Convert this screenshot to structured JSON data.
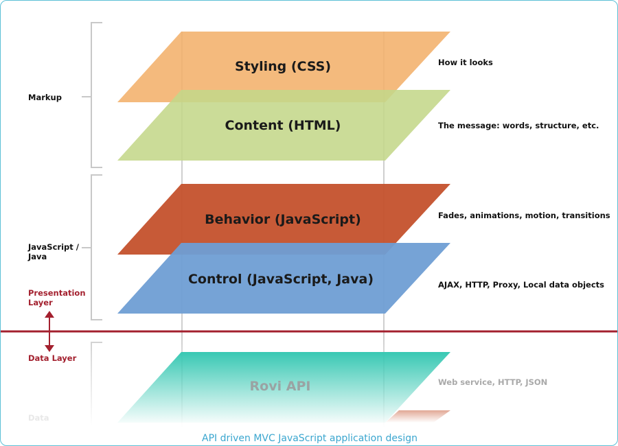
{
  "layers": {
    "styling": {
      "label": "Styling (CSS)",
      "desc": "How it looks",
      "color": "#f2b16b"
    },
    "content": {
      "label": "Content (HTML)",
      "desc": "The message: words, structure, etc.",
      "color": "#c4d78a"
    },
    "behavior": {
      "label": "Behavior (JavaScript)",
      "desc": "Fades, animations, motion, transitions",
      "color": "#c4512c"
    },
    "control": {
      "label": "Control (JavaScript, Java)",
      "desc": "AJAX, HTTP, Proxy, Local data objects",
      "color": "#6f9ed4"
    },
    "rovi": {
      "label": "Rovi API",
      "desc": "Web service, HTTP, JSON",
      "color": "#38c8b3"
    }
  },
  "groups": {
    "markup": "Markup",
    "javascript_line1": "JavaScript /",
    "javascript_line2": "Java",
    "presentation_line1": "Presentation",
    "presentation_line2": "Layer",
    "data_layer": "Data Layer",
    "data_faded": "Data"
  },
  "divider_color": "#a3202e",
  "caption": "API driven MVC JavaScript application design"
}
